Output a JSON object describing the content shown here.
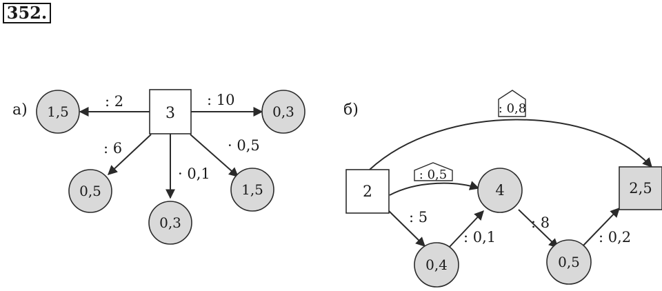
{
  "problem_number": "352.",
  "part_a": {
    "label": "а)",
    "center": "3",
    "nodes": [
      "1,5",
      "0,3",
      "0,5",
      "0,3",
      "1,5"
    ],
    "edges": [
      ": 2",
      ": 10",
      ": 6",
      "· 0,1",
      "· 0,5"
    ]
  },
  "part_b": {
    "label": "б)",
    "start": "2",
    "end": "2,5",
    "nodes": [
      "4",
      "0,4",
      "0,5"
    ],
    "edges": [
      ": 5",
      ": 0,1",
      ": 8",
      ": 0,2"
    ],
    "unknown_ops": [
      ": 0,5",
      ": 0,8"
    ]
  }
}
